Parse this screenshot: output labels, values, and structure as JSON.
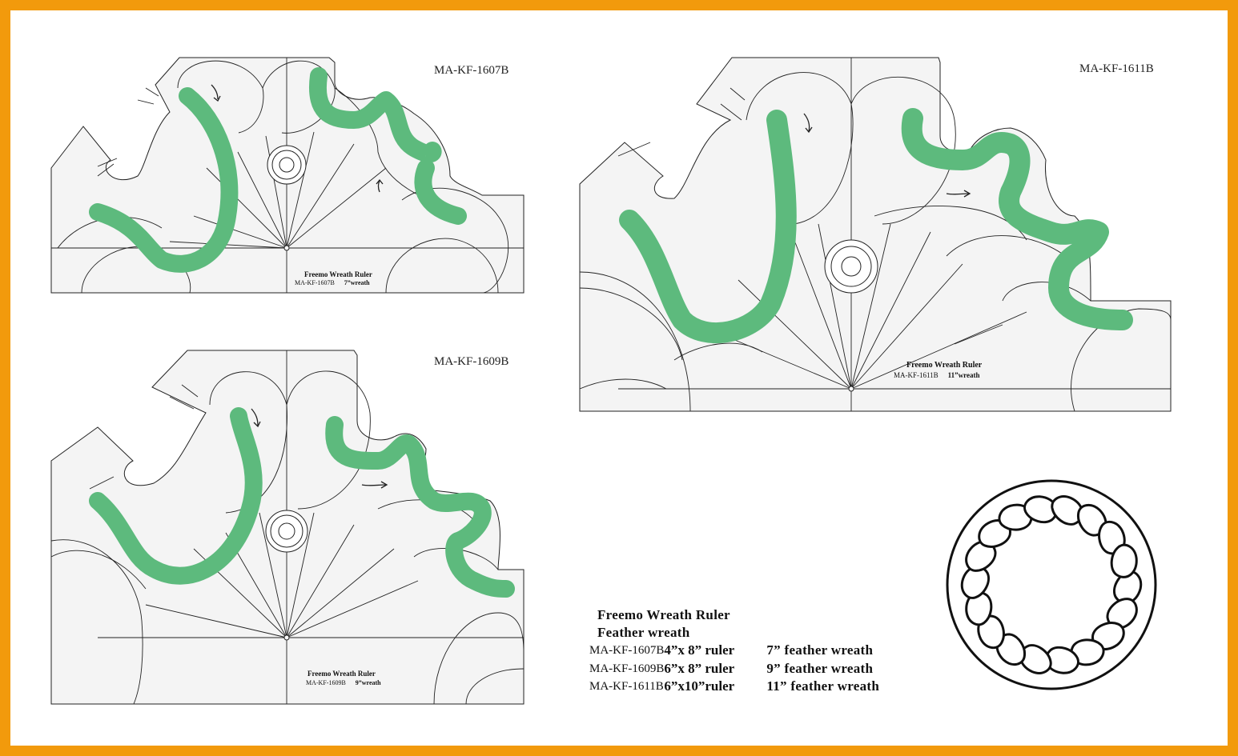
{
  "colors": {
    "border": "#f29a0c",
    "ruler_fill": "#f4f4f4",
    "stroke": "#222222",
    "green": "#5dba7d"
  },
  "rulers": [
    {
      "code": "MA-KF-1607B",
      "title": "Freemo Wreath Ruler",
      "sub_code": "MA-KF-1607B",
      "size": "7”wreath"
    },
    {
      "code": "MA-KF-1609B",
      "title": "Freemo Wreath Ruler",
      "sub_code": "MA-KF-1609B",
      "size": "9”wreath"
    },
    {
      "code": "MA-KF-1611B",
      "title": "Freemo Wreath Ruler",
      "sub_code": "MA-KF-1611B",
      "size": "11”wreath"
    }
  ],
  "spec": {
    "title": "Freemo Wreath Ruler",
    "subtitle": "Feather wreath",
    "rows": [
      {
        "code": "MA-KF-1607B",
        "ruler": "4”x 8” ruler",
        "wreath": "7” feather wreath"
      },
      {
        "code": "MA-KF-1609B",
        "ruler": "6”x 8” ruler",
        "wreath": "9” feather wreath"
      },
      {
        "code": "MA-KF-1611B",
        "ruler": "6”x10”ruler",
        "wreath": "11” feather wreath"
      }
    ]
  },
  "wreath": {
    "feathers": 18
  }
}
